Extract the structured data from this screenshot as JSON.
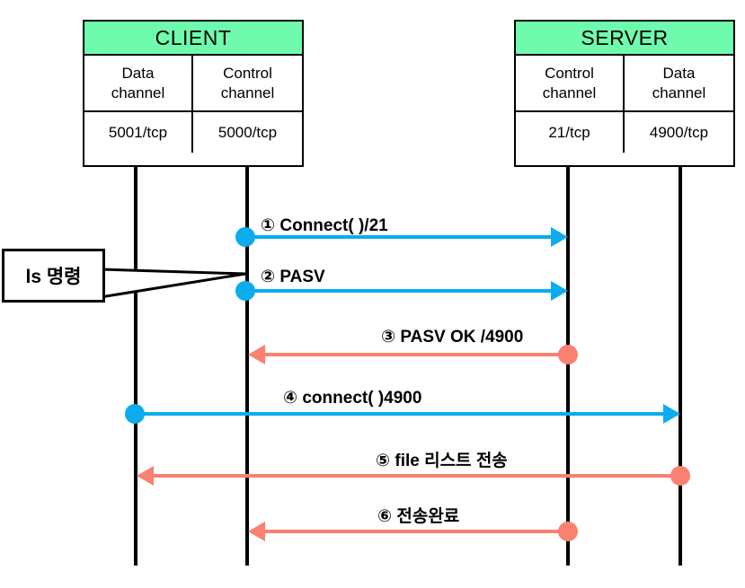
{
  "diagram": {
    "title": "FTP passive mode sequence diagram",
    "colors": {
      "header_green": "#6FFBAD",
      "request_blue": "#0CACEE",
      "response_red": "#FA8072",
      "stroke_black": "#000000",
      "background": "#FFFFFF"
    }
  },
  "nodes": [
    {
      "id": "client",
      "title": "CLIENT",
      "columns": [
        {
          "channel": "Data\nchannel",
          "channel_line1": "Data",
          "channel_line2": "channel",
          "port": "5001/tcp"
        },
        {
          "channel": "Control\nchannel",
          "channel_line1": "Control",
          "channel_line2": "channel",
          "port": "5000/tcp"
        }
      ]
    },
    {
      "id": "server",
      "title": "SERVER",
      "columns": [
        {
          "channel": "Control\nchannel",
          "channel_line1": "Control",
          "channel_line2": "channel",
          "port": "21/tcp"
        },
        {
          "channel": "Data\nchannel",
          "channel_line1": "Data",
          "channel_line2": "channel",
          "port": "4900/tcp"
        }
      ]
    }
  ],
  "callout": {
    "label": "ls 명령",
    "points_to": "client-control-channel"
  },
  "messages": [
    {
      "number": "①",
      "text": "Connect( )/21",
      "label": "① Connect( )/21",
      "from": "client-control-channel",
      "to": "server-control-channel",
      "direction": "right",
      "color": "blue"
    },
    {
      "number": "②",
      "text": "PASV",
      "label": "② PASV",
      "from": "client-control-channel",
      "to": "server-control-channel",
      "direction": "right",
      "color": "blue"
    },
    {
      "number": "③",
      "text": "PASV OK /4900",
      "label": "③ PASV OK /4900",
      "from": "server-control-channel",
      "to": "client-control-channel",
      "direction": "left",
      "color": "red"
    },
    {
      "number": "④",
      "text": "connect( )4900",
      "label": "④ connect( )4900",
      "from": "client-data-channel",
      "to": "server-data-channel",
      "direction": "right",
      "color": "blue"
    },
    {
      "number": "⑤",
      "text": "file 리스트 전송",
      "label": "⑤ file 리스트 전송",
      "from": "server-data-channel",
      "to": "client-data-channel",
      "direction": "left",
      "color": "red"
    },
    {
      "number": "⑥",
      "text": "전송완료",
      "label": "⑥ 전송완료",
      "from": "server-control-channel",
      "to": "client-control-channel",
      "direction": "left",
      "color": "red"
    }
  ]
}
